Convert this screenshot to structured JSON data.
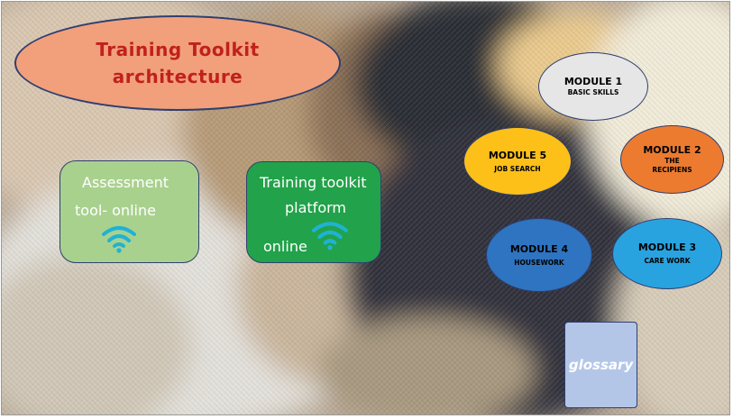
{
  "title": {
    "line1": "Training Toolkit",
    "line2": "architecture"
  },
  "assessment": {
    "line1": "Assessment",
    "line2": "tool- online",
    "icon": "wifi-icon"
  },
  "platform": {
    "line1": "Training toolkit",
    "line2": "platform",
    "line3": "online",
    "icon": "wifi-icon"
  },
  "modules": [
    {
      "heading": "MODULE 1",
      "sub1": "BASIC SKILLS",
      "sub2": "",
      "color": "#e7e6e6"
    },
    {
      "heading": "MODULE 2",
      "sub1": "THE",
      "sub2": "RECIPIENS",
      "color": "#ec7b30"
    },
    {
      "heading": "MODULE 3",
      "sub1": "CARE WORK",
      "sub2": "",
      "color": "#29a3e0"
    },
    {
      "heading": "MODULE 4",
      "sub1": "HOUSEWORK",
      "sub2": "",
      "color": "#2e74c0"
    },
    {
      "heading": "MODULE  5",
      "sub1": "JOB SEARCH",
      "sub2": "",
      "color": "#fcc019"
    }
  ],
  "glossary": {
    "label": "glossary"
  },
  "colors": {
    "title_fill": "#f1a07b",
    "title_text": "#c0211c",
    "assessment_fill": "#a9d18e",
    "platform_fill": "#22a24a",
    "wifi": "#1fb2d6",
    "glossary_fill": "#b4c6e8"
  }
}
